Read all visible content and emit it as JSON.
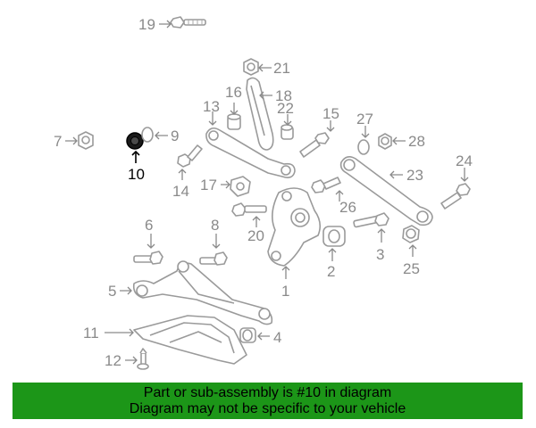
{
  "callouts": {
    "c1": "1",
    "c2": "2",
    "c3": "3",
    "c4": "4",
    "c5": "5",
    "c6": "6",
    "c7": "7",
    "c8": "8",
    "c9": "9",
    "c10": "10",
    "c11": "11",
    "c12": "12",
    "c13": "13",
    "c14": "14",
    "c15": "15",
    "c16": "16",
    "c17": "17",
    "c18": "18",
    "c19": "19",
    "c20": "20",
    "c21": "21",
    "c22": "22",
    "c23": "23",
    "c24": "24",
    "c25": "25",
    "c26": "26",
    "c27": "27",
    "c28": "28"
  },
  "highlight_part": "10",
  "colors": {
    "banner": "#1c9618",
    "line_art": "#9a9a9a",
    "highlight": "#000000"
  },
  "banner": {
    "line1": "Part or sub-assembly is #10 in diagram",
    "line2": "Diagram may not be specific to your vehicle"
  }
}
